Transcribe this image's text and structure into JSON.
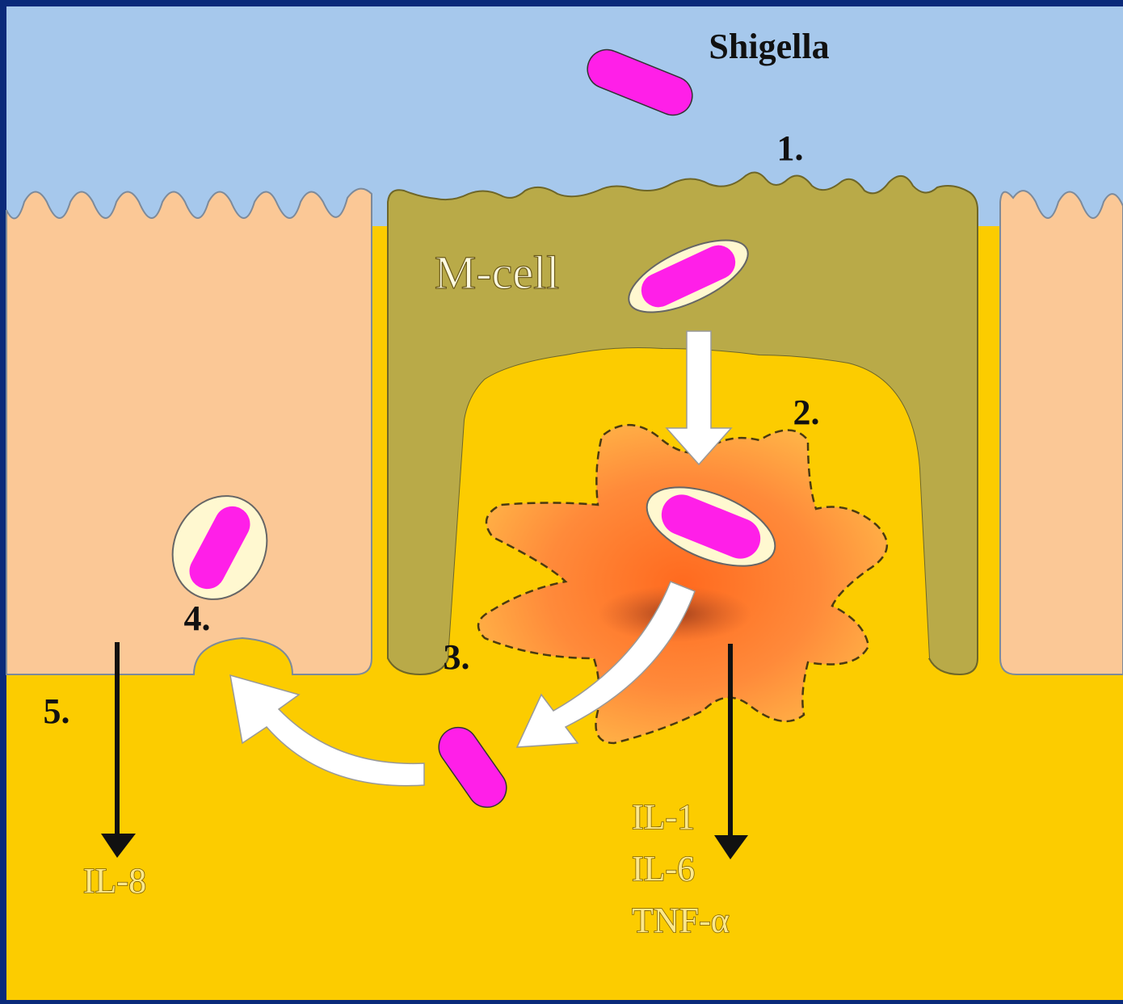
{
  "slide": {
    "colors": {
      "frame": "#0a2a7a",
      "lumen": "#a6c8ec",
      "epithelial_cell": "#fbc896",
      "m_cell": "#b9aa48",
      "tissue": "#fccc00",
      "bacterium": "#ff1fe8",
      "vacuole": "#fff8d0",
      "macrophage": "#ff7a2a",
      "arrow": "#ffffff",
      "cytokine_arrow": "#111111"
    },
    "title_label": "Shigella",
    "m_cell_label": "M-cell",
    "steps": [
      "1.",
      "2.",
      "3.",
      "4.",
      "5."
    ],
    "cytokines_epithelial": [
      "IL-8"
    ],
    "cytokines_macrophage": [
      "IL-1",
      "IL-6",
      "TNF-α"
    ]
  }
}
